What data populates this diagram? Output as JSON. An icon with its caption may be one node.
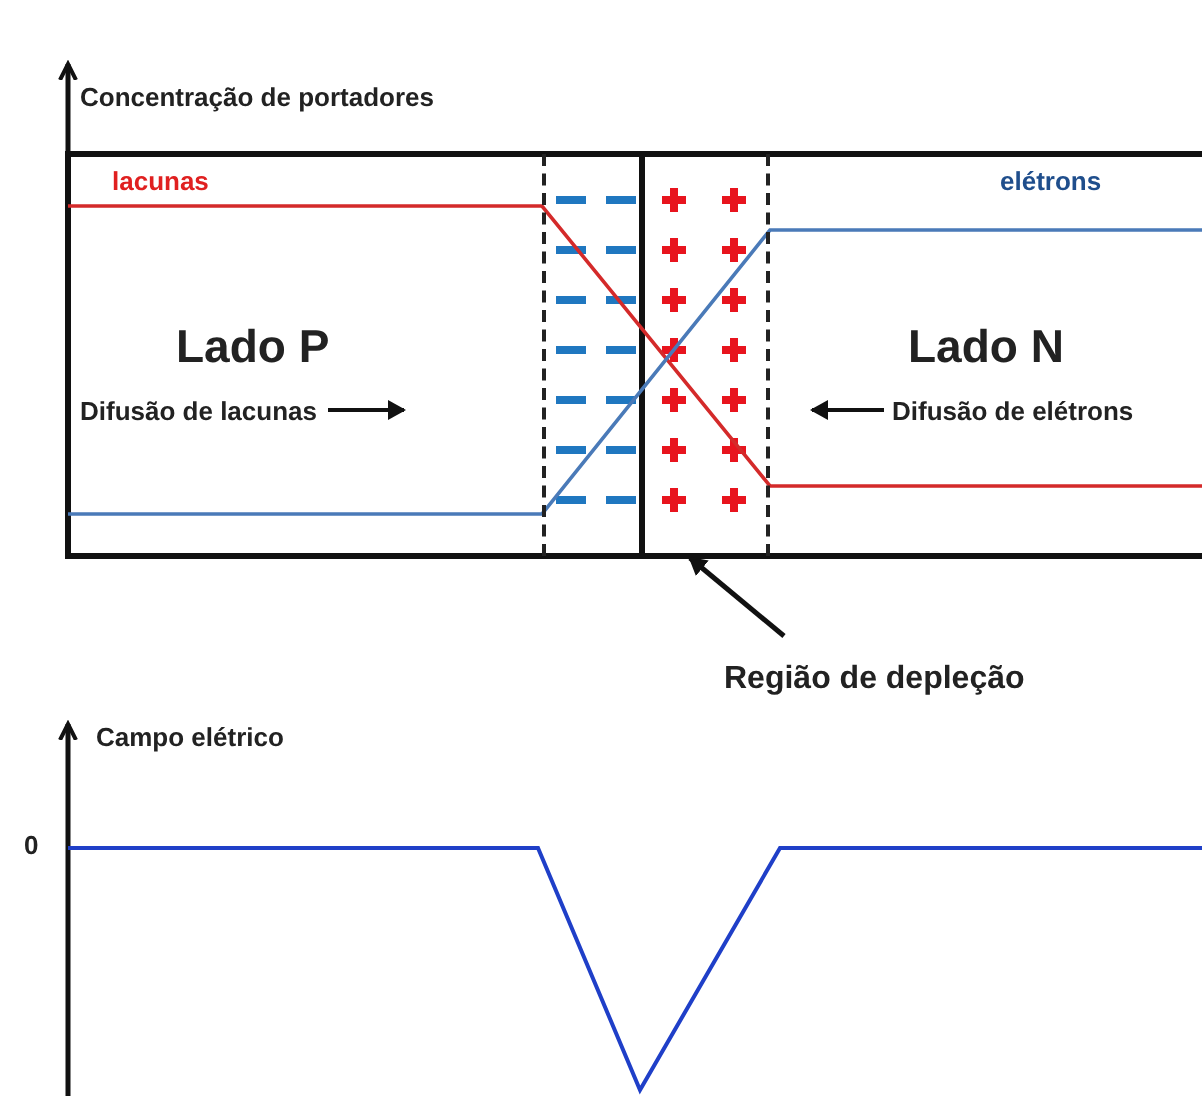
{
  "diagram": {
    "nodes": [
      {
        "text": [
          "Região de depleção"
        ]
      },
      {
        "text": [],
        "shape": "box"
      }
    ],
    "edges": [
      {
        "from": 0,
        "to": 1,
        "arrow": "to"
      }
    ],
    "labels": [
      "Concentração de portadores",
      "lacunas",
      "elétrons",
      "Lado P",
      "Difusão de lacunas",
      "Lado N",
      "Difusão de elétrons",
      "Campo elétrico",
      "0"
    ]
  }
}
